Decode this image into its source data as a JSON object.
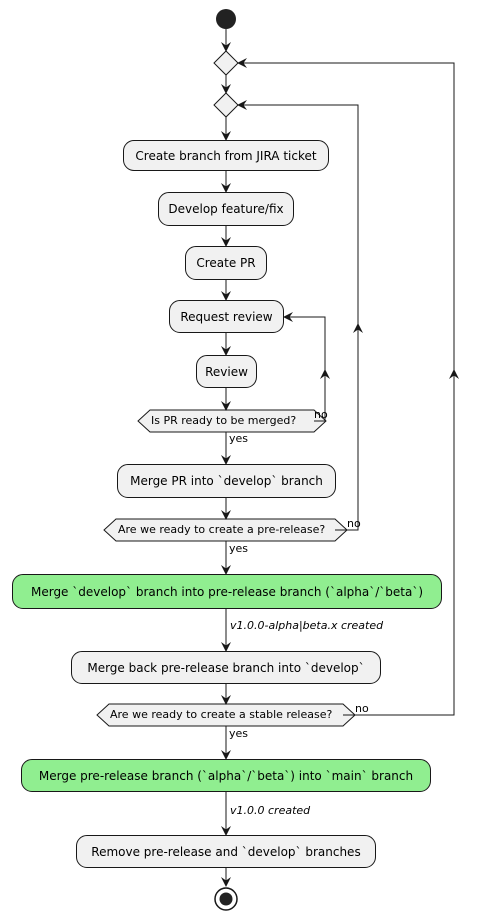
{
  "activities": {
    "create_branch": "Create branch from JIRA ticket",
    "develop": "Develop feature/fix",
    "create_pr": "Create PR",
    "request_review": "Request review",
    "review": "Review",
    "merge_pr": "Merge PR into `develop` branch",
    "merge_develop": "Merge `develop` branch into pre-release branch (`alpha`/`beta`)",
    "merge_back": "Merge back pre-release branch into `develop`",
    "merge_main": "Merge pre-release branch (`alpha`/`beta`) into `main` branch",
    "remove_branches": "Remove pre-release and `develop` branches"
  },
  "decisions": {
    "pr_ready": "Is PR ready to be merged?",
    "pre_release": "Are we ready to create a pre-release?",
    "stable_release": "Are we ready to create a stable release?"
  },
  "branch_labels": {
    "yes": "yes",
    "no": "no"
  },
  "notes": {
    "prerelease_created": "v1.0.0-alpha|beta.x created",
    "stable_created": "v1.0.0 created"
  },
  "colors": {
    "activity_fill": "#f1f1f1",
    "highlight_fill": "#90ee90",
    "line": "#181818"
  }
}
